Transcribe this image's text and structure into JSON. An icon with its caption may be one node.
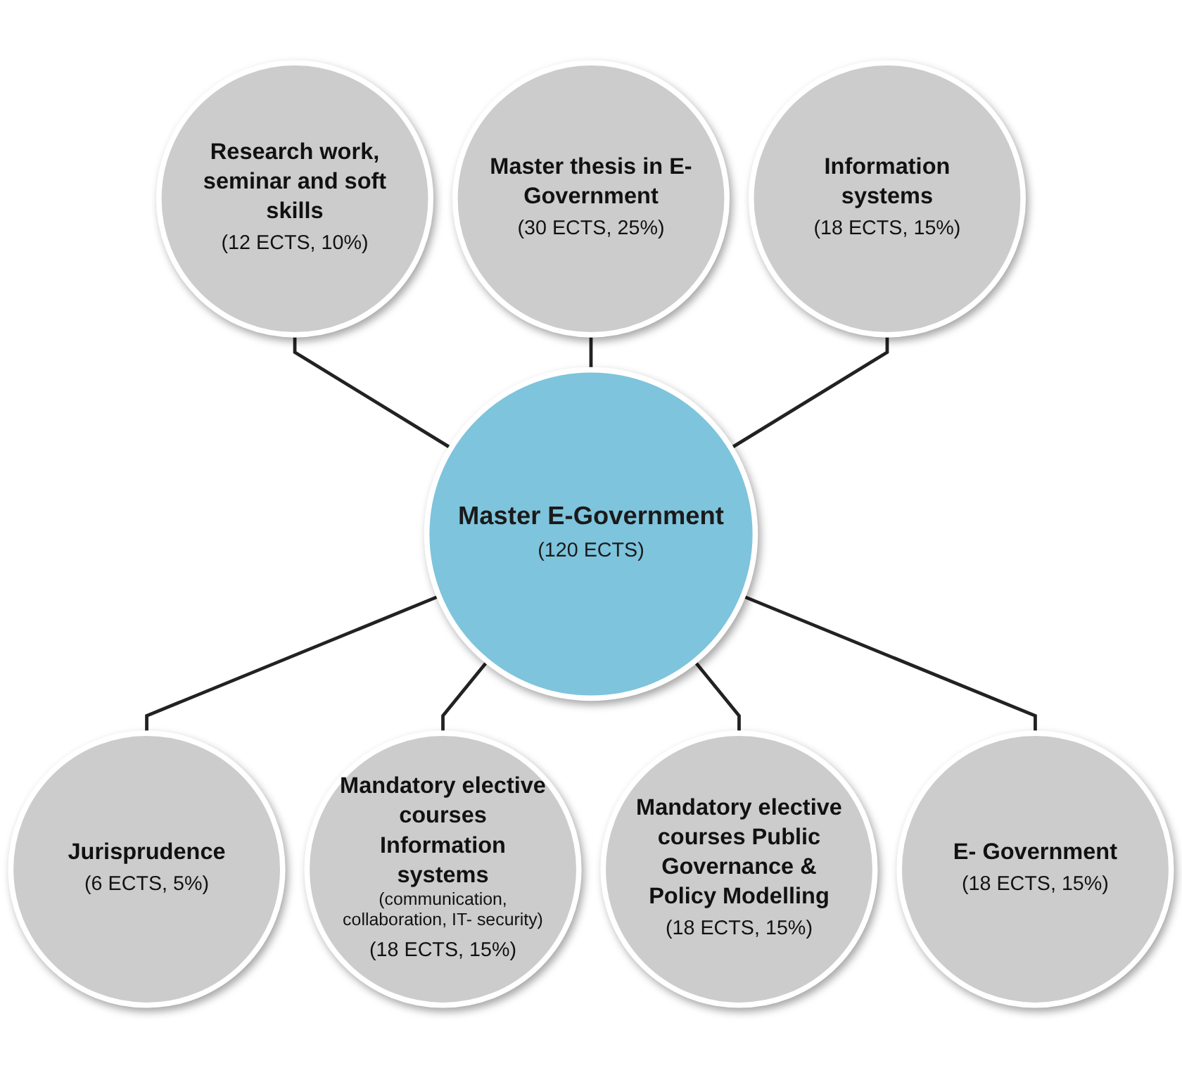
{
  "diagram": {
    "nodes": [
      {
        "text": [
          "Master thesis in E- Government",
          "(30 ECTS, 25%)"
        ]
      },
      {
        "text": [
          "Research work, seminar and soft skills",
          "(12 ECTS, 10%)"
        ]
      },
      {
        "text": [
          "Information systems",
          "(18 ECTS, 15%)"
        ]
      },
      {
        "text": [
          "Master E-Government",
          "(120 ECTS)"
        ]
      },
      {
        "text": [
          "Jurisprudence",
          "(6 ECTS, 5%)"
        ]
      },
      {
        "text": [
          "E- Government",
          "(18 ECTS, 15%)"
        ]
      },
      {
        "text": [
          "Mandatory elective courses Information systems",
          "(communication, collaboration, IT- security)",
          "(18 ECTS, 15%)"
        ]
      },
      {
        "text": [
          "Mandatory elective courses Public Governance & Policy Modelling",
          "(18 ECTS, 15%)"
        ]
      }
    ],
    "edges": [
      {
        "from": 1,
        "to": 3,
        "arrow": "none"
      },
      {
        "from": 0,
        "to": 3,
        "arrow": "none"
      },
      {
        "from": 2,
        "to": 3,
        "arrow": "none"
      },
      {
        "from": 3,
        "to": 4,
        "arrow": "none"
      },
      {
        "from": 3,
        "to": 6,
        "arrow": "none"
      },
      {
        "from": 3,
        "to": 7,
        "arrow": "none"
      },
      {
        "from": 3,
        "to": 5,
        "arrow": "none"
      }
    ]
  }
}
